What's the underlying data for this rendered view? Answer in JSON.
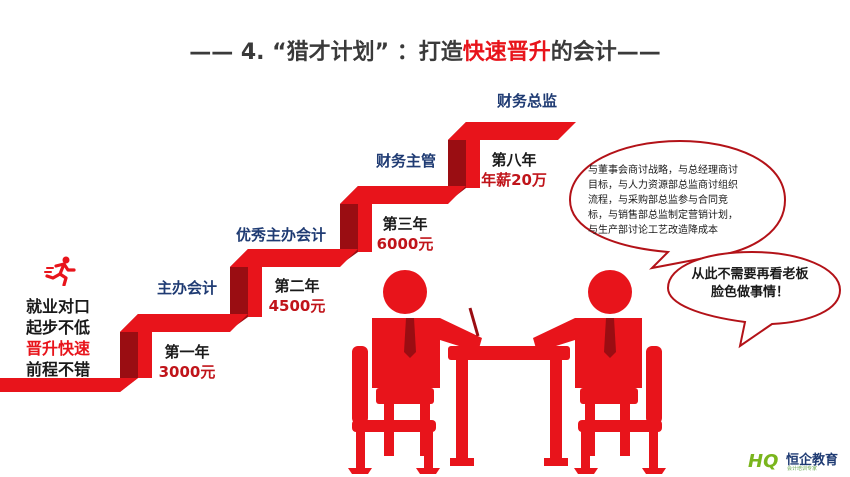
{
  "title": {
    "prefix": "—— 4. “猎才计划” ：打造",
    "highlight": "快速晋升",
    "suffix": "的会计——"
  },
  "slogan": {
    "line1": "就业对口",
    "line2": "起步不低",
    "line3": "晋升快速",
    "line4": "前程不错"
  },
  "stages": [
    {
      "label": "主办会计",
      "year": "第一年",
      "salary": "3000元"
    },
    {
      "label": "优秀主办会计",
      "year": "第二年",
      "salary": "4500元"
    },
    {
      "label": "财务主管",
      "year": "第三年",
      "salary": "6000元"
    },
    {
      "label": "财务总监",
      "year": "第八年",
      "salary": "年薪20万"
    }
  ],
  "bubble1": {
    "line1": "与董事会商讨战略，与总经理商讨",
    "line2": "目标，与人力资源部总监商讨组织",
    "line3": "流程，与采购部总监参与合同竞",
    "line4": "标，与销售部总监制定营销计划，",
    "line5": "与生产部讨论工艺改造降成本"
  },
  "bubble2": {
    "line1": "从此不需要再看老板",
    "line2": "脸色做事情！"
  },
  "logo": {
    "mark": "HQ",
    "name": "恒企教育",
    "tagline": "会计培训专家"
  },
  "colors": {
    "accent": "#e8141b",
    "dark_red": "#9a0d12",
    "navy": "#1f3b73",
    "logo_green": "#7ab51d"
  }
}
